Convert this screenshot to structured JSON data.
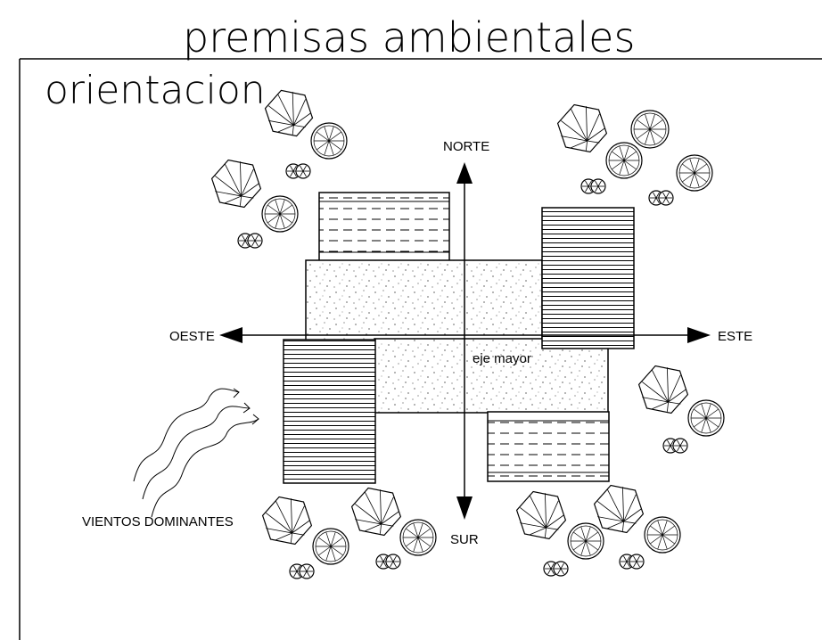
{
  "title": "premisas ambientales",
  "subtitle": "orientacion",
  "directions": {
    "north": "NORTE",
    "south": "SUR",
    "east": "ESTE",
    "west": "OESTE"
  },
  "axis_label": "eje mayor",
  "wind_label": "VIENTOS DOMINANTES",
  "colors": {
    "ink": "#000000",
    "paper": "#ffffff"
  }
}
